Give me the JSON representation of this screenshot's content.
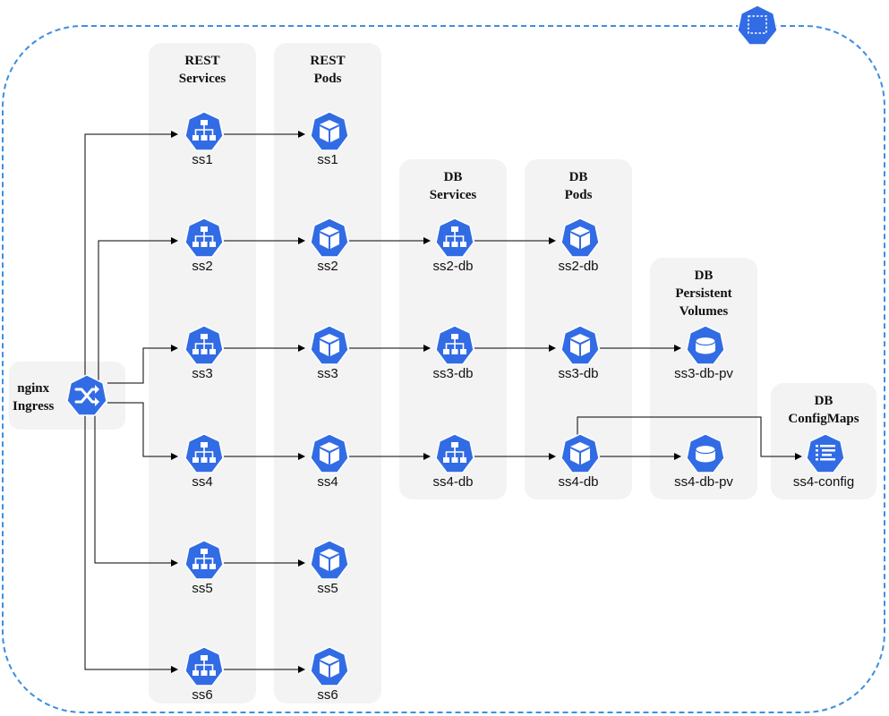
{
  "ingress": {
    "line1": "nginx",
    "line2": "Ingress",
    "icon": "shuffle-icon"
  },
  "columns": {
    "rest_services": {
      "line1": "REST",
      "line2": "Services"
    },
    "rest_pods": {
      "line1": "REST",
      "line2": "Pods"
    },
    "db_services": {
      "line1": "DB",
      "line2": "Services"
    },
    "db_pods": {
      "line1": "DB",
      "line2": "Pods"
    },
    "db_pv": {
      "line1": "DB",
      "line2": "Persistent",
      "line3": "Volumes"
    },
    "db_configmaps": {
      "line1": "DB",
      "line2": "ConfigMaps"
    }
  },
  "rest_services": [
    "ss1",
    "ss2",
    "ss3",
    "ss4",
    "ss5",
    "ss6"
  ],
  "rest_pods": [
    "ss1",
    "ss2",
    "ss3",
    "ss4",
    "ss5",
    "ss6"
  ],
  "db_services": [
    "ss2-db",
    "ss3-db",
    "ss4-db"
  ],
  "db_pods": [
    "ss2-db",
    "ss3-db",
    "ss4-db"
  ],
  "db_pv": [
    "ss3-db-pv",
    "ss4-db-pv"
  ],
  "db_configmaps": [
    "ss4-config"
  ],
  "colors": {
    "k8s_blue": "#326ce5",
    "boundary": "#3d8fe0",
    "panel": "#f3f3f3"
  }
}
